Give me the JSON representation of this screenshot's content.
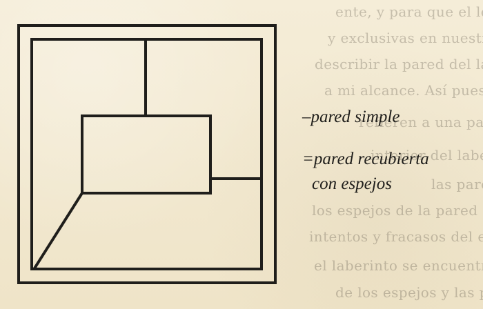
{
  "background_text": [
    "ente, y para que el lo ha encontrado. Precisamente",
    "y exclusivas en nuestro trabajo, conocidas",
    "describir la pared del laberinto, que se",
    "a mi alcance. Así pues, he dedicado mi trabajo",
    "refieren a una pared recubierta de espejos",
    "interior del laberinto, con vistas a la solución",
    "las paredes del laberinto y su verdadera estructura",
    "los espejos de la pared de la salida y desde",
    "intentos y fracasos del estudio que realicé",
    "el laberinto se encuentra en la confusa visión",
    "de los espejos y las paredes sin solución"
  ],
  "legend": {
    "simple_wall": "–pared simple",
    "mirror_wall_line1": "=pared recubierta",
    "mirror_wall_line2": "con espejos"
  },
  "colors": {
    "paper": "#f3ead3",
    "ink": "#1f1e1b"
  }
}
